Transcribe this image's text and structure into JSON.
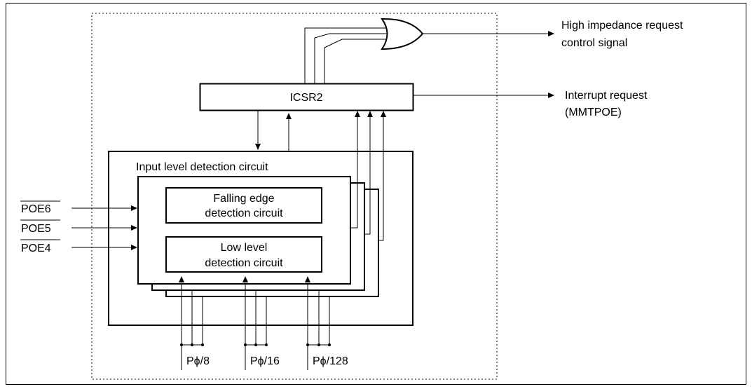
{
  "labels": {
    "output_high_impedance_line1": "High impedance request",
    "output_high_impedance_line2": "control signal",
    "output_interrupt_line1": "Interrupt request",
    "output_interrupt_line2": "(MMTPOE)",
    "register": "ICSR2",
    "input_level_circuit": "Input level detection circuit",
    "falling_edge_line1": "Falling edge",
    "falling_edge_line2": "detection circuit",
    "low_level_line1": "Low level",
    "low_level_line2": "detection circuit"
  },
  "inputs": [
    "POE6",
    "POE5",
    "POE4"
  ],
  "clocks": [
    "Pϕ/8",
    "Pϕ/16",
    "Pϕ/128"
  ]
}
